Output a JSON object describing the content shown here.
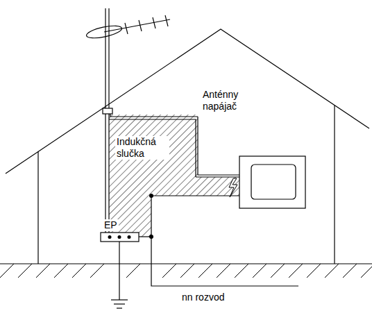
{
  "diagram": {
    "labels": [
      "Anténny napájač",
      "Indukčná slučka",
      "EP",
      "nn rozvod"
    ]
  }
}
